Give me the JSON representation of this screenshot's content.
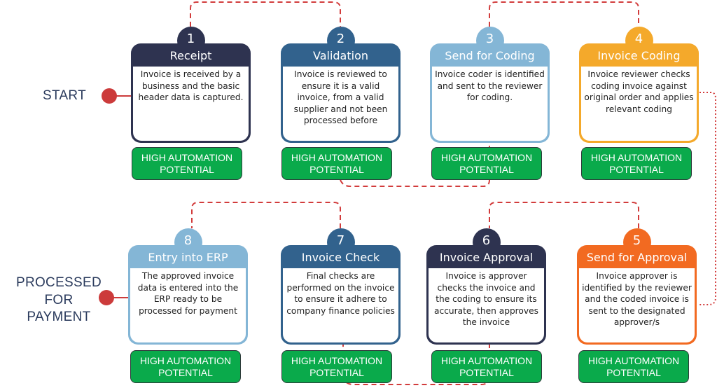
{
  "colors": {
    "connector": "#d23c3c",
    "badge": "#0aaa4b",
    "label": "#2a3a5c"
  },
  "start_label": "START",
  "end_label": "PROCESSED\nFOR\nPAYMENT",
  "steps": [
    {
      "number": "1",
      "title": "Receipt",
      "color": "#2e3350",
      "description": "Invoice is received by a business and the basic header data is captured.",
      "badge": "HIGH AUTOMATION POTENTIAL"
    },
    {
      "number": "2",
      "title": "Validation",
      "color": "#32628d",
      "description": "Invoice is reviewed to ensure it is a valid invoice, from a valid supplier and not been processed before",
      "badge": "HIGH AUTOMATION POTENTIAL"
    },
    {
      "number": "3",
      "title": "Send for Coding",
      "color": "#84b6d6",
      "description": "Invoice coder is identified and sent to the reviewer for coding.",
      "badge": "HIGH AUTOMATION POTENTIAL"
    },
    {
      "number": "4",
      "title": "Invoice Coding",
      "color": "#f4a92b",
      "description": "Invoice reviewer checks coding invoice against original order and applies relevant coding",
      "badge": "HIGH AUTOMATION POTENTIAL"
    },
    {
      "number": "5",
      "title": "Send for Approval",
      "color": "#f26a21",
      "description": "Invoice approver is identified by the reviewer and the coded invoice is sent to the designated approver/s",
      "badge": "HIGH AUTOMATION POTENTIAL"
    },
    {
      "number": "6",
      "title": "Invoice Approval",
      "color": "#2e3350",
      "description": "Invoice is approver checks the invoice and the coding to ensure its accurate, then approves the invoice",
      "badge": "HIGH AUTOMATION POTENTIAL"
    },
    {
      "number": "7",
      "title": "Invoice Check",
      "color": "#32628d",
      "description": "Final checks are performed on the invoice to ensure it adhere to company finance policies",
      "badge": "HIGH AUTOMATION POTENTIAL"
    },
    {
      "number": "8",
      "title": "Entry into ERP",
      "color": "#84b6d6",
      "description": "The approved invoice data is entered into the ERP ready to be processed for payment",
      "badge": "HIGH AUTOMATION POTENTIAL"
    }
  ]
}
